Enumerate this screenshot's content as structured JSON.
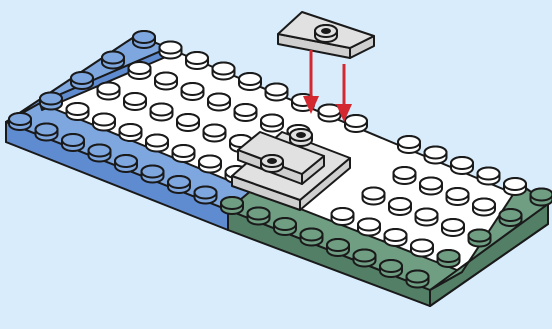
{
  "figure": {
    "kind": "instruction-step",
    "background": "#d8ecfb",
    "colors": {
      "outline": "#1a1a1a",
      "white_top": "#ffffff",
      "white_side": "#e7e7e7",
      "gray_top": "#e1e1e1",
      "blue_top": "#7ea7e0",
      "blue_side": "#5f8bd0",
      "green_top": "#6f9e83",
      "green_side": "#527f66",
      "arrow": "#d3282f"
    },
    "parts": [
      "white-base-plate",
      "blue-l-plate",
      "green-l-plate",
      "tile-2x2",
      "plate-1x2-jumper-placed",
      "plate-1x2-jumper-new"
    ],
    "arrows": [
      "arrow-left",
      "arrow-right"
    ]
  }
}
